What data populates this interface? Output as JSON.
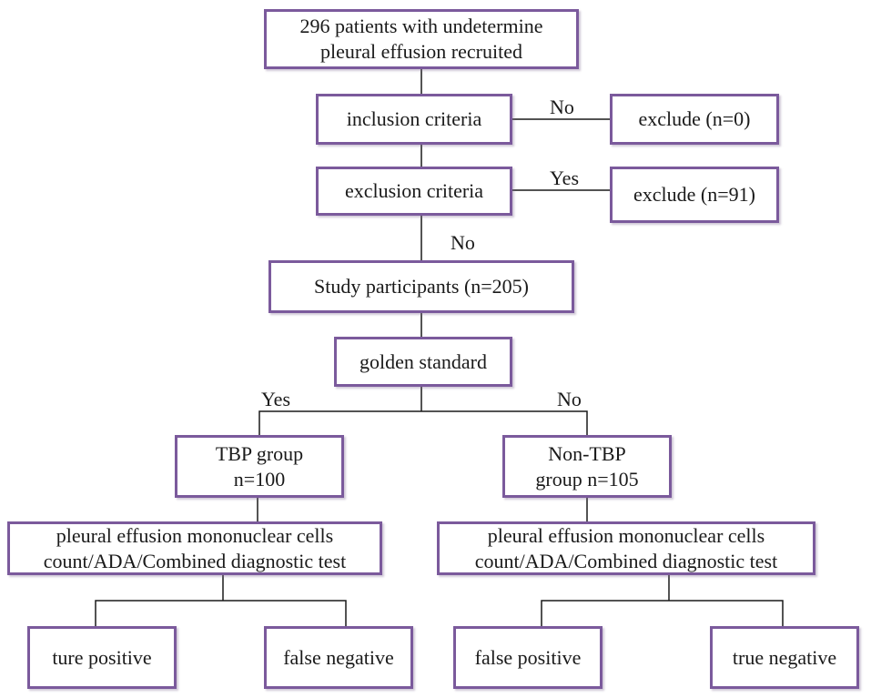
{
  "flowchart": {
    "boxes": {
      "recruited": {
        "line1": "296 patients with undetermine",
        "line2": "pleural effusion recruited"
      },
      "inclusion": "inclusion criteria",
      "exclude_0": "exclude (n=0)",
      "exclusion": "exclusion criteria",
      "exclude_91": "exclude (n=91)",
      "participants": "Study participants (n=205)",
      "golden": "golden standard",
      "tbp": {
        "line1": "TBP group",
        "line2": "n=100"
      },
      "non_tbp": {
        "line1": "Non-TBP",
        "line2": "group n=105"
      },
      "test_left": {
        "line1": "pleural effusion mononuclear cells",
        "line2": "count/ADA/Combined diagnostic test"
      },
      "test_right": {
        "line1": "pleural effusion mononuclear cells",
        "line2": "count/ADA/Combined diagnostic test"
      },
      "true_positive": "ture positive",
      "false_negative": "false negative",
      "false_positive": "false positive",
      "true_negative": "true negative"
    },
    "edge_labels": {
      "inclusion_no": "No",
      "exclusion_yes": "Yes",
      "exclusion_no": "No",
      "golden_yes": "Yes",
      "golden_no": "No"
    }
  }
}
